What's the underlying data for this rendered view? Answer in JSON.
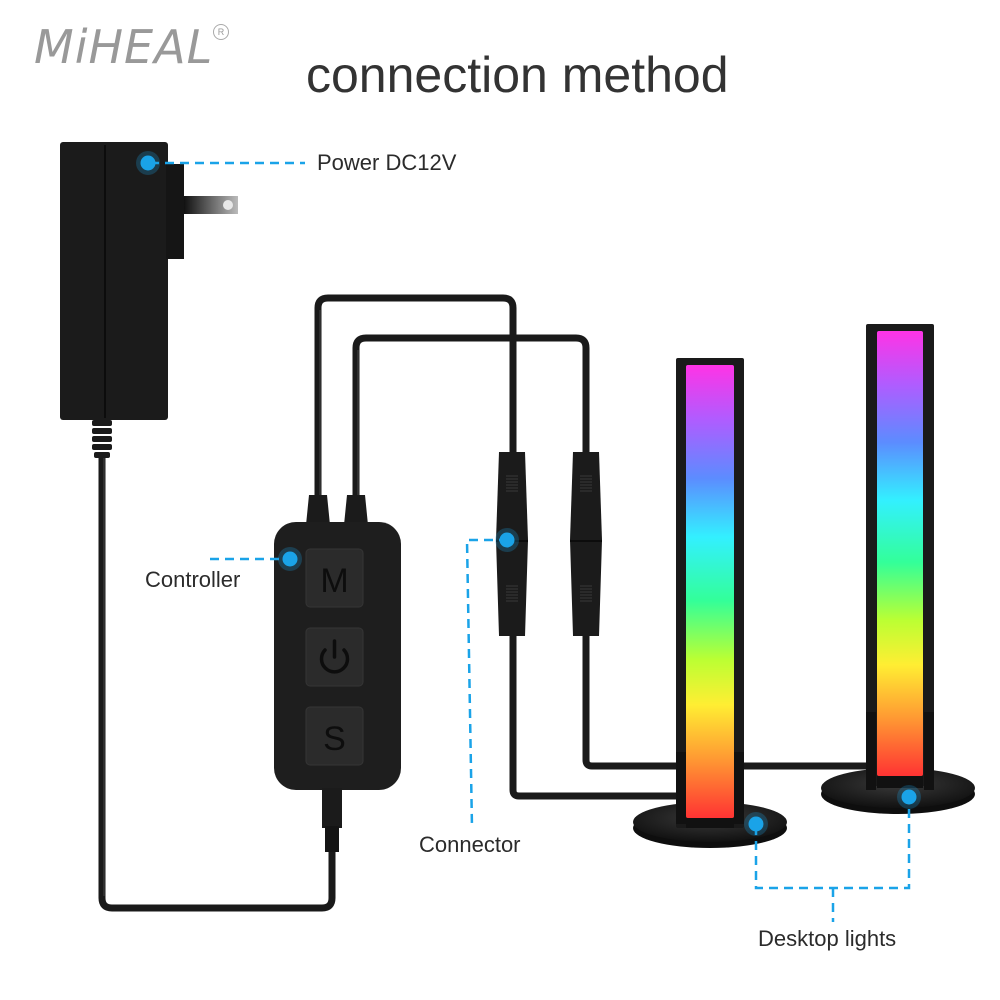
{
  "brand": {
    "name": "MiHEAL",
    "registered_mark": "R",
    "color": "#999999"
  },
  "title": "connection method",
  "labels": {
    "power": "Power DC12V",
    "controller": "Controller",
    "connector": "Connector",
    "desktop_lights": "Desktop lights"
  },
  "controller_buttons": {
    "mode": "M",
    "power_icon": "power-icon",
    "speed": "S"
  },
  "colors": {
    "callout": "#1aa3e8",
    "device_body": "#1e1e1e",
    "text": "#2b2b2b",
    "light_gradient": [
      "#ff33e6",
      "#a05cff",
      "#5c8cff",
      "#33f0ff",
      "#33ff88",
      "#ccff33",
      "#ffee33",
      "#ff9933",
      "#ff3333"
    ]
  }
}
